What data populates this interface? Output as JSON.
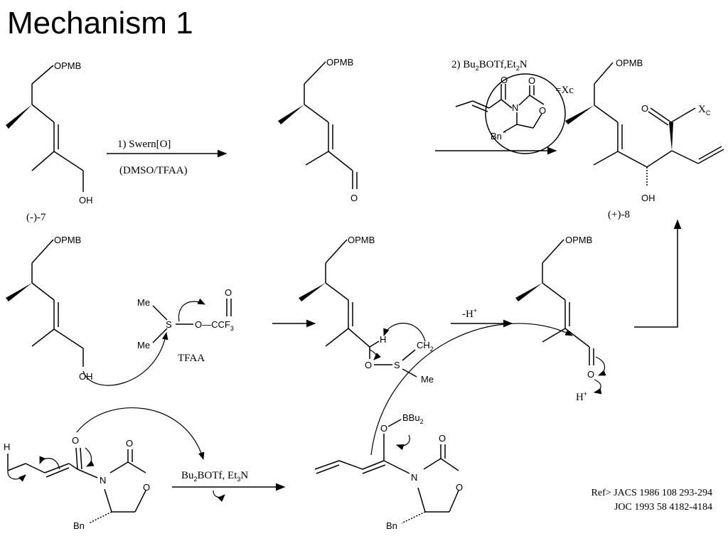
{
  "title": "Mechanism 1",
  "atoms": {
    "opmb": "OPMB",
    "oh": "OH",
    "o": "O",
    "h": "H",
    "n": "N",
    "s": "S",
    "me": "Me",
    "bn": "Bn",
    "ch2": "CH",
    "sub2": "2",
    "occf3": "O—CCF",
    "sub3": "3",
    "bbu2": "BBu",
    "xc": "=Xc",
    "x": "X",
    "subc": "C",
    "hplus": "H",
    "plus": "+",
    "minus_h": "-H"
  },
  "labels": {
    "compound_7": "(-)-7",
    "compound_8": "(+)-8",
    "tfaa": "TFAA",
    "step1_reagent": "1) Swern[O]",
    "step1_conditions": "(DMSO/TFAA)",
    "step2_prefix": "2) Bu",
    "step2_mid": "BOTf,Et",
    "step2_sub2": "2",
    "step2_n": "N",
    "bu2_prefix": "Bu",
    "botf_et": "BOTf, Et",
    "et3_sub": "3",
    "et3_n": "N"
  },
  "references": [
    "Ref> JACS 1986 108 293-294",
    "JOC 1993 58 4182-4184"
  ]
}
